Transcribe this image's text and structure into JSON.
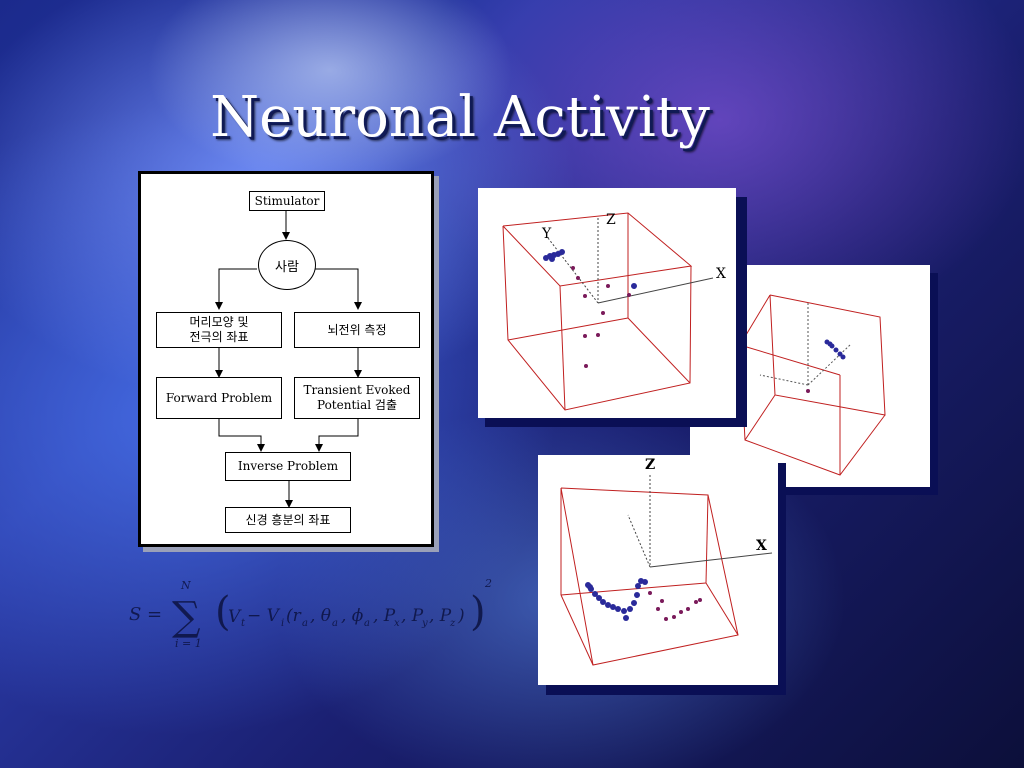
{
  "slide": {
    "title": "Neuronal Activity"
  },
  "flowchart": {
    "stimulator": "Stimulator",
    "person": "사람",
    "head_shape": "머리모양 및\n전극의 좌표",
    "eeg_measure": "뇌전위 측정",
    "forward": "Forward Problem",
    "transient": "Transient Evoked\nPotential 검출",
    "inverse": "Inverse Problem",
    "result": "신경 흥분의 좌표"
  },
  "equation": {
    "lhs": "S =",
    "sum_upper": "N",
    "sum_lower": "i = 1",
    "body": "V",
    "exponent": "2"
  },
  "plots": {
    "plot1": {
      "x": "X",
      "y": "Y",
      "z": "Z"
    },
    "plot3": {
      "x": "X",
      "z": "Z"
    }
  },
  "colors": {
    "accent_point": "#2a2a9a",
    "point_alt": "#7a1a5a",
    "box_edge": "#c02020"
  }
}
